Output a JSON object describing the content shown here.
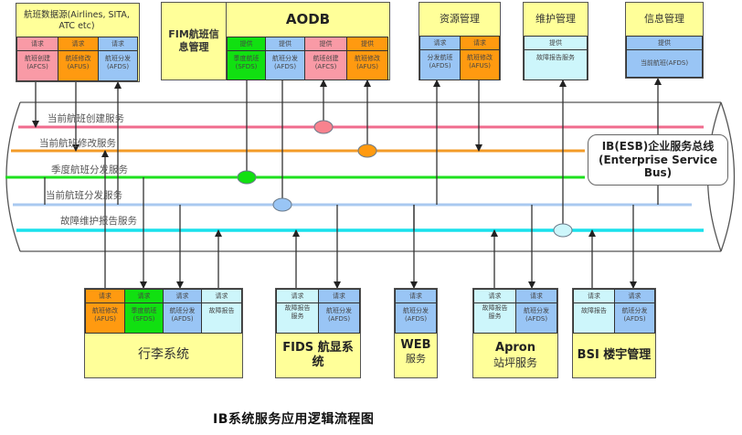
{
  "diagram": {
    "caption": "IB系统服务应用逻辑流程图",
    "bus": {
      "title_line1": "IB(ESB)企业服务总线",
      "title_line2": "(Enterprise Service",
      "title_line3": "Bus)"
    },
    "services": [
      {
        "id": "afcs",
        "label": "当前航班创建服务",
        "color": "#f06c8e"
      },
      {
        "id": "afus",
        "label": "当前航班修改服务",
        "color": "#f39b28"
      },
      {
        "id": "sfds",
        "label": "季度航班分发服务",
        "color": "#1ee01e"
      },
      {
        "id": "afds",
        "label": "当前航班分发服务",
        "color": "#a9c9f0"
      },
      {
        "id": "fault",
        "label": "故障维护报告服务",
        "color": "#19e1ec"
      }
    ],
    "top_systems": {
      "flight_source": {
        "title": "航班数据源(Airlines, SITA, ATC etc)",
        "cells": [
          {
            "header": "请求",
            "line1": "航班创建",
            "line2": "(AFCS)",
            "color": "pink"
          },
          {
            "header": "请求",
            "line1": "航班修改",
            "line2": "(AFUS)",
            "color": "orange"
          },
          {
            "header": "请求",
            "line1": "航班分发",
            "line2": "(AFDS)",
            "color": "blue"
          }
        ]
      },
      "fim": {
        "title": "FIM航班信息管理"
      },
      "aodb": {
        "title": "AODB",
        "cells": [
          {
            "header": "提供",
            "line1": "季度航班",
            "line2": "(SFDS)",
            "color": "green"
          },
          {
            "header": "提供",
            "line1": "航班分发",
            "line2": "(AFDS)",
            "color": "blue"
          },
          {
            "header": "提供",
            "line1": "航班创建",
            "line2": "(AFCS)",
            "color": "pink"
          },
          {
            "header": "提供",
            "line1": "航班修改",
            "line2": "(AFUS)",
            "color": "orange"
          }
        ]
      },
      "resource": {
        "title": "资源管理",
        "cells": [
          {
            "header": "请求",
            "line1": "分发航班",
            "line2": "(AFDS)",
            "color": "blue"
          },
          {
            "header": "请求",
            "line1": "航班修改",
            "line2": "(AFUS)",
            "color": "orange"
          }
        ]
      },
      "maintenance": {
        "title": "维护管理",
        "cells": [
          {
            "header": "提供",
            "line1": "故障报告服务",
            "line2": "",
            "color": "cyan"
          }
        ]
      },
      "info": {
        "title": "信息管理",
        "cells": [
          {
            "header": "提供",
            "line1": "当前航班(AFDS)",
            "line2": "",
            "color": "blue"
          }
        ]
      }
    },
    "bottom_systems": {
      "baggage": {
        "title": "行李系统",
        "cells": [
          {
            "header": "请求",
            "line1": "航班修改",
            "line2": "(AFUS)",
            "color": "orange"
          },
          {
            "header": "请求",
            "line1": "季度航班",
            "line2": "(SFDS)",
            "color": "green"
          },
          {
            "header": "请求",
            "line1": "航班分发",
            "line2": "(AFDS)",
            "color": "blue"
          },
          {
            "header": "请求",
            "line1": "故障报告",
            "line2": "",
            "color": "cyan"
          }
        ]
      },
      "fids": {
        "title": "FIDS 航显系统",
        "cells": [
          {
            "header": "请求",
            "line1": "故障报告",
            "line2": "服务",
            "color": "cyan"
          },
          {
            "header": "请求",
            "line1": "航班分发",
            "line2": "(AFDS)",
            "color": "blue"
          }
        ]
      },
      "web": {
        "title_line1": "WEB",
        "title_line2": "服务",
        "cells": [
          {
            "header": "请求",
            "line1": "航班分发",
            "line2": "(AFDS)",
            "color": "blue"
          }
        ]
      },
      "apron": {
        "title_line1": "Apron",
        "title_line2": "站坪服务",
        "cells": [
          {
            "header": "请求",
            "line1": "故障报告",
            "line2": "服务",
            "color": "cyan"
          },
          {
            "header": "请求",
            "line1": "航班分发",
            "line2": "(AFDS)",
            "color": "blue"
          }
        ]
      },
      "bsi": {
        "title": "BSI 楼宇管理",
        "cells": [
          {
            "header": "请求",
            "line1": "故障报告",
            "line2": "",
            "color": "cyan"
          },
          {
            "header": "请求",
            "line1": "航班分发",
            "line2": "(AFDS)",
            "color": "blue"
          }
        ]
      }
    },
    "colors": {
      "box_fill": "#ffff99",
      "pipe_stroke": "#555555",
      "connector": "#333333"
    }
  }
}
